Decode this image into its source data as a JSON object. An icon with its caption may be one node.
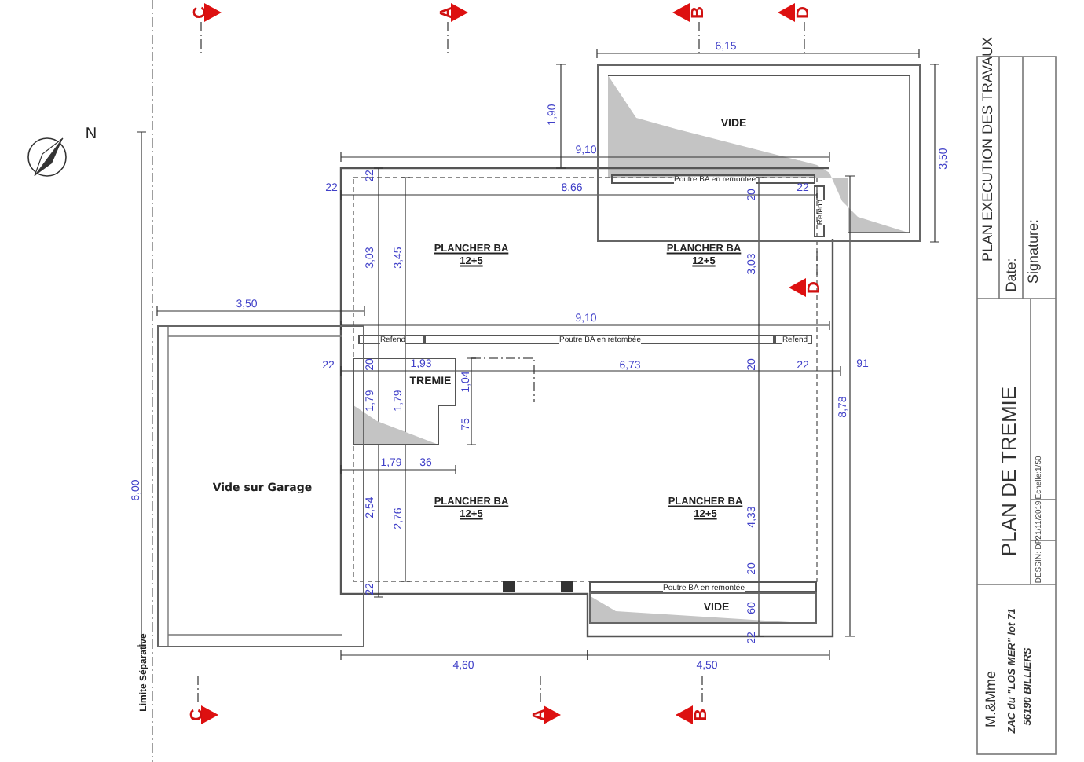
{
  "diagram": {
    "title": "PLAN DE TREMIE",
    "nodes": [
      {
        "text": [
          "VIDE"
        ]
      },
      {
        "text": [
          "Poutre BA en remontée"
        ],
        "in": 0
      },
      {
        "text": [
          "Refend"
        ],
        "in": 0
      },
      {
        "text": [
          "Refend"
        ]
      },
      {
        "text": [
          "Poutre BA en retombée"
        ]
      },
      {
        "text": [
          "Refend"
        ]
      },
      {
        "text": [
          "TREMIE"
        ]
      },
      {
        "text": [
          "Vide sur Garage"
        ]
      },
      {
        "text": [
          "Poutre BA en remontée"
        ]
      },
      {
        "text": [
          "VIDE"
        ]
      }
    ],
    "labels": [
      "C",
      "A",
      "B",
      "D",
      "6,15",
      "N",
      "1,90",
      "3,50",
      "9,10",
      "22",
      "22",
      "8,66",
      "20",
      "22",
      "PLANCHER BA",
      "12+5",
      "PLANCHER BA",
      "12+5",
      "3,03",
      "3,45",
      "3,03",
      "D",
      "3,50",
      "9,10",
      "22",
      "20",
      "1,93",
      "1,04",
      "6,73",
      "20",
      "22",
      "91",
      "1,79",
      "1,79",
      "8,78",
      "75",
      "1,79",
      "36",
      "6,00",
      "PLANCHER BA",
      "12+5",
      "PLANCHER BA",
      "12+5",
      "2,54",
      "2,76",
      "4,33",
      "20",
      "22",
      "60",
      "22",
      "4,60",
      "4,50",
      "Limite Séparative",
      "C",
      "A",
      "B",
      "PLAN EXECUTION DES TRAVAUX",
      "Date:",
      "Signature:",
      "DESSIN: DP",
      "21/11/2019",
      "Echelle:1/50",
      "M.&Mme",
      "ZAC du \"LOS MER\" lot 71",
      "56190 BILLIERS"
    ]
  }
}
